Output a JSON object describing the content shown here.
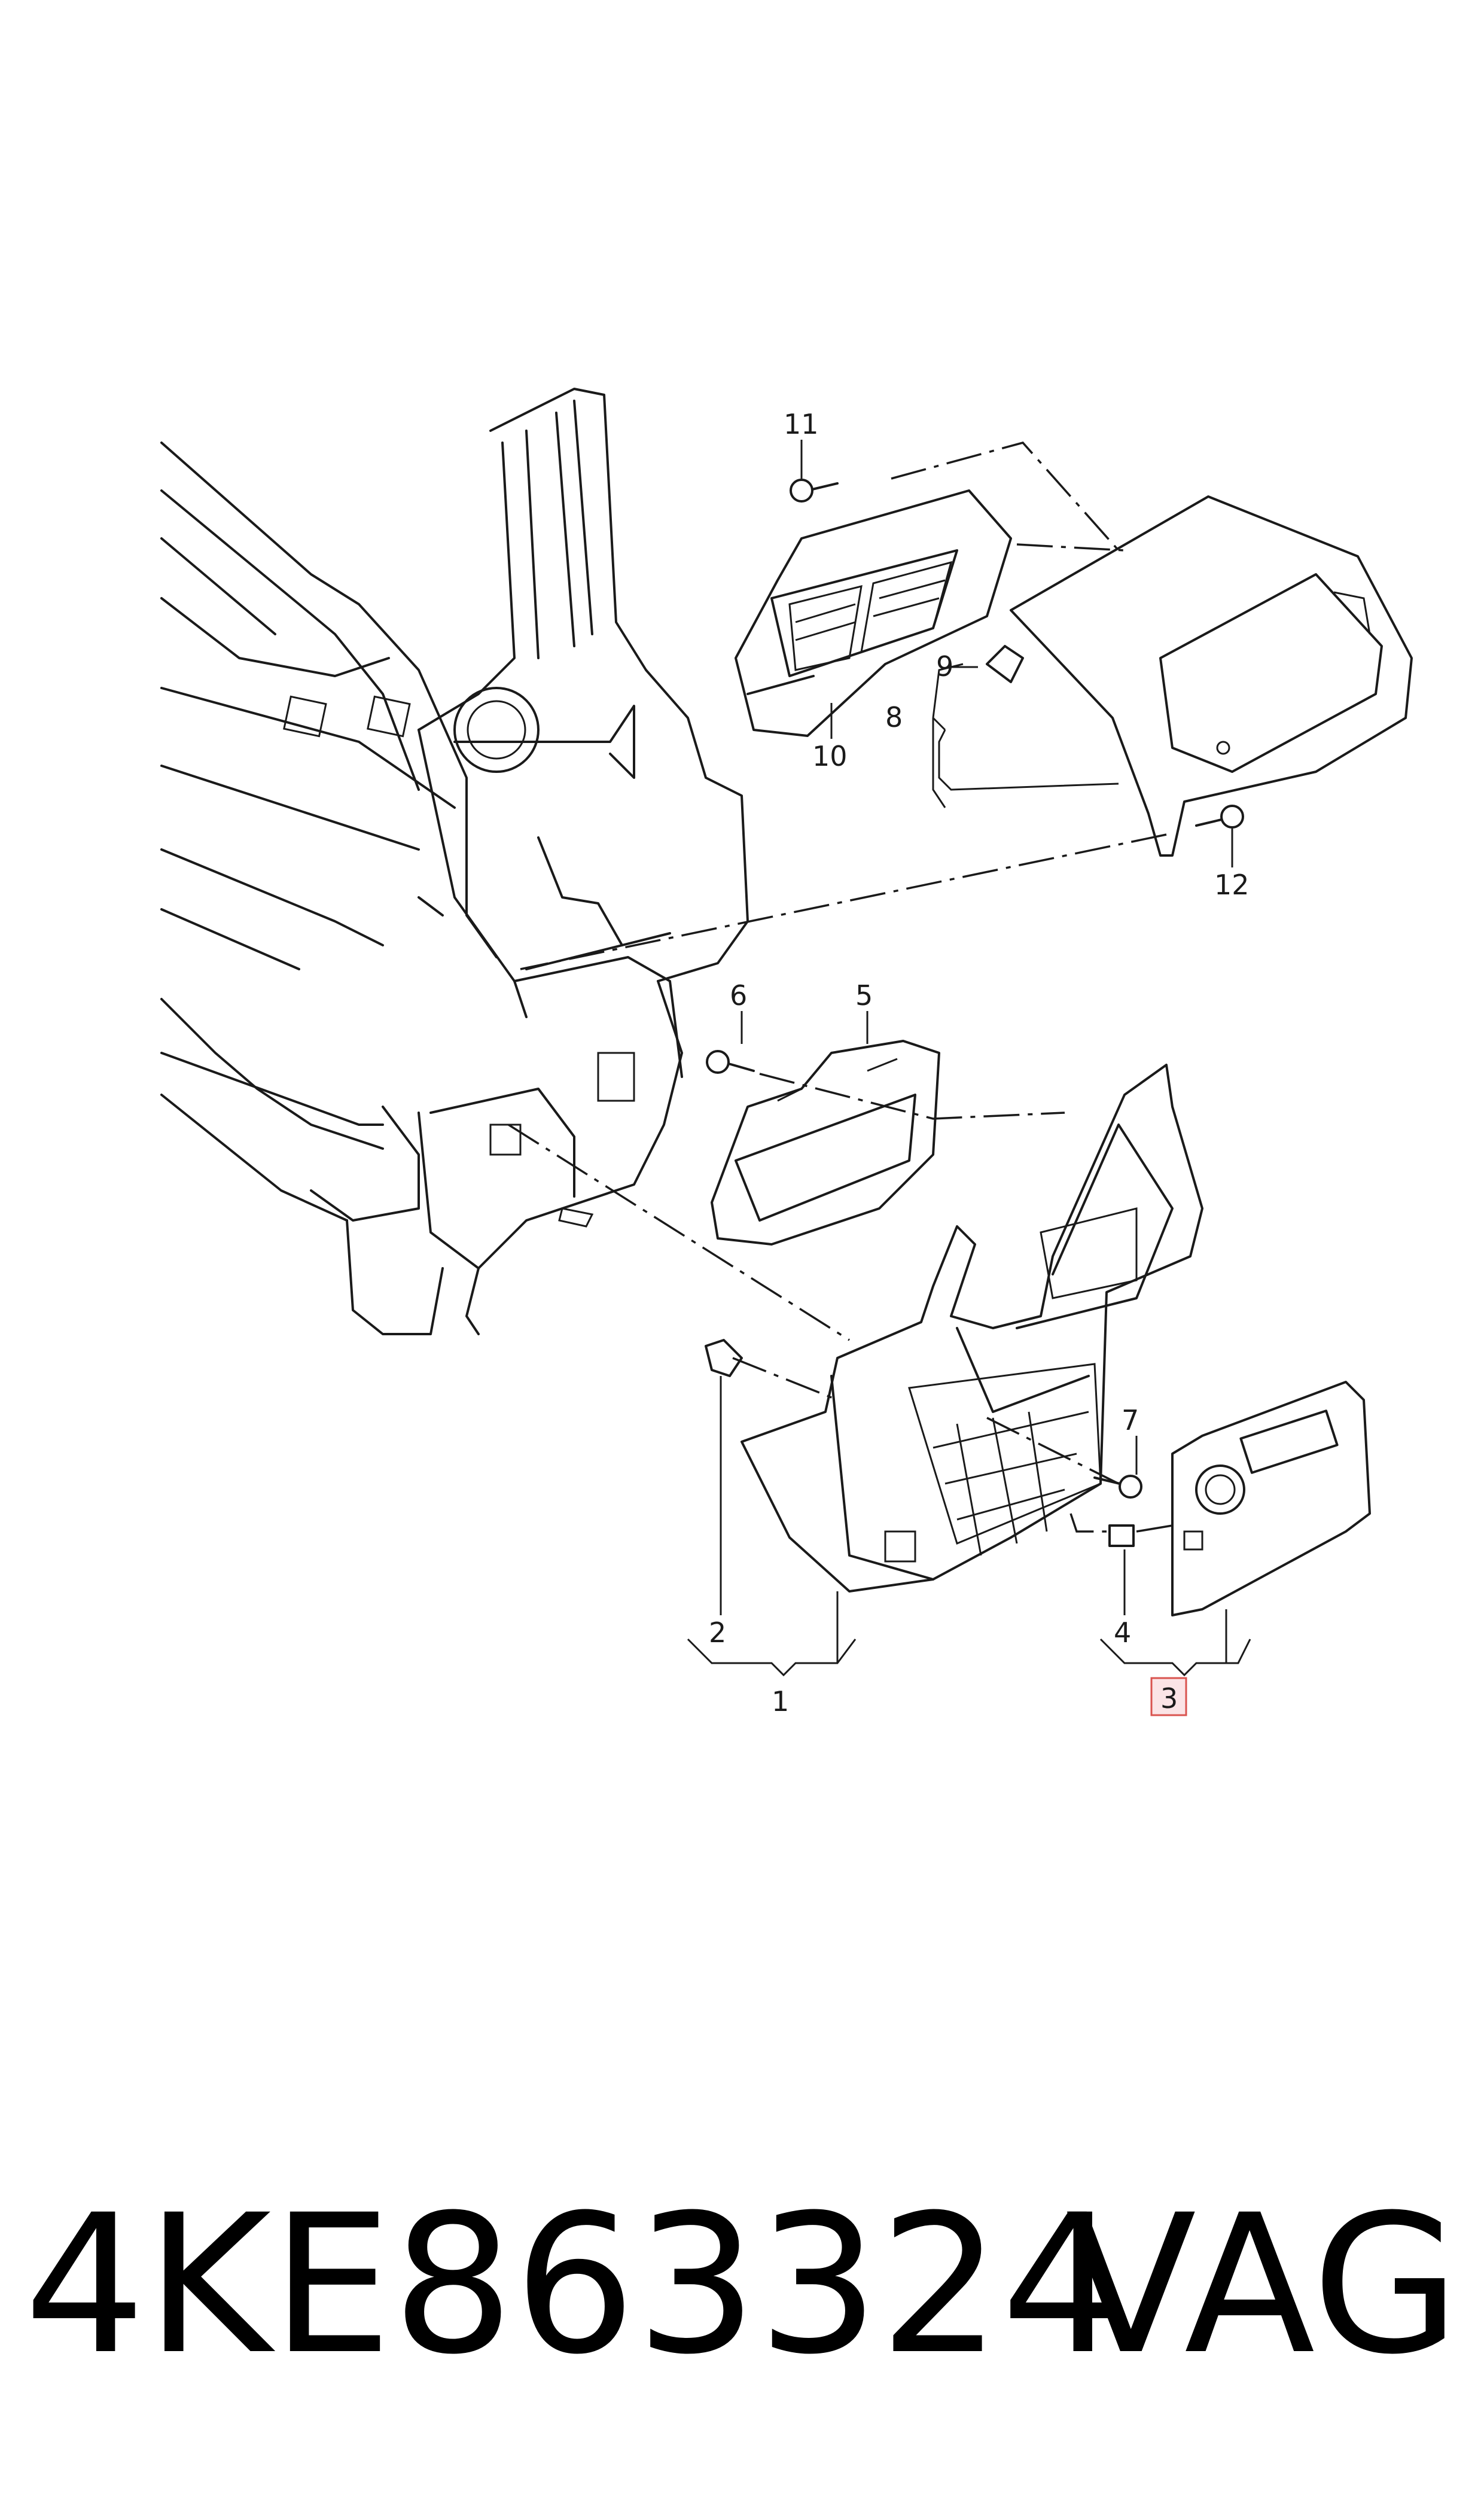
{
  "callouts": [
    {
      "id": "1",
      "label": "1"
    },
    {
      "id": "2",
      "label": "2"
    },
    {
      "id": "3",
      "label": "3",
      "highlighted": true
    },
    {
      "id": "4",
      "label": "4"
    },
    {
      "id": "5",
      "label": "5"
    },
    {
      "id": "6",
      "label": "6"
    },
    {
      "id": "7",
      "label": "7"
    },
    {
      "id": "8",
      "label": "8"
    },
    {
      "id": "9",
      "label": "9"
    },
    {
      "id": "10",
      "label": "10"
    },
    {
      "id": "11",
      "label": "11"
    },
    {
      "id": "12",
      "label": "12"
    }
  ],
  "highlight_color": "#d9534f",
  "footer": {
    "part_number": "4KE863324",
    "brand": "VAG"
  }
}
